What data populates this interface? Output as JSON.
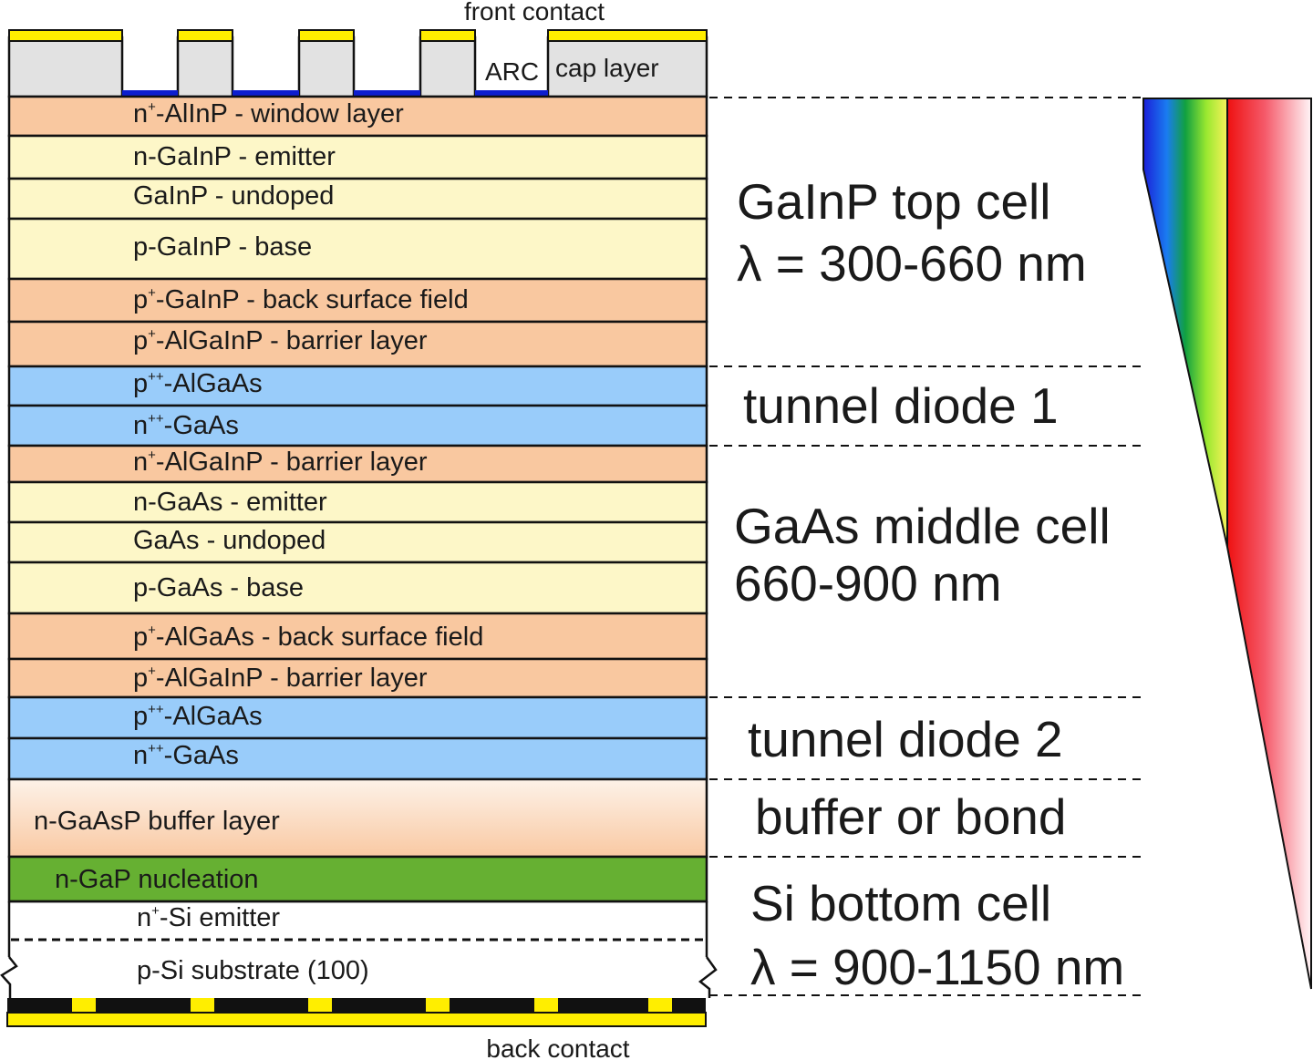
{
  "front_contact": "front contact",
  "arc": "ARC",
  "cap_layer": "cap layer",
  "back_contact": "back contact",
  "layers": [
    {
      "main": "n",
      "sup": "+",
      "rest": "-AlInP - window layer"
    },
    {
      "main": "n-GaInP - emitter",
      "sup": "",
      "rest": ""
    },
    {
      "main": "GaInP - undoped",
      "sup": "",
      "rest": ""
    },
    {
      "main": "p-GaInP - base",
      "sup": "",
      "rest": ""
    },
    {
      "main": "p",
      "sup": "+",
      "rest": "-GaInP - back surface field"
    },
    {
      "main": "p",
      "sup": "+",
      "rest": "-AlGaInP - barrier layer"
    },
    {
      "main": "p",
      "sup": "++",
      "rest": "-AlGaAs"
    },
    {
      "main": "n",
      "sup": "++",
      "rest": "-GaAs"
    },
    {
      "main": "n",
      "sup": "+",
      "rest": "-AlGaInP - barrier layer"
    },
    {
      "main": "n-GaAs - emitter",
      "sup": "",
      "rest": ""
    },
    {
      "main": "GaAs - undoped",
      "sup": "",
      "rest": ""
    },
    {
      "main": "p-GaAs - base",
      "sup": "",
      "rest": ""
    },
    {
      "main": "p",
      "sup": "+",
      "rest": "-AlGaAs - back surface field"
    },
    {
      "main": "p",
      "sup": "+",
      "rest": "-AlGaInP - barrier layer"
    },
    {
      "main": "p",
      "sup": "++",
      "rest": "-AlGaAs"
    },
    {
      "main": "n",
      "sup": "++",
      "rest": "-GaAs"
    },
    {
      "main": "n-GaAsP buffer layer",
      "sup": "",
      "rest": ""
    },
    {
      "main": "n-GaP nucleation",
      "sup": "",
      "rest": ""
    },
    {
      "main": "n",
      "sup": "+",
      "rest": "-Si emitter"
    },
    {
      "main": "p-Si substrate (100)",
      "sup": "",
      "rest": ""
    }
  ],
  "sections": {
    "top_cell": {
      "line1": "GaInP top cell",
      "line2": "λ = 300-660 nm"
    },
    "tunnel1": "tunnel diode 1",
    "middle_cell": {
      "line1": "GaAs middle cell",
      "line2": "660-900 nm"
    },
    "tunnel2": "tunnel diode 2",
    "buffer": "buffer or bond",
    "bottom_cell": {
      "line1": "Si bottom cell",
      "line2": "λ = 900-1150 nm"
    }
  },
  "colors": {
    "orange": "#f9c8a0",
    "yellow": "#fdf7c8",
    "blue": "#99ccfa",
    "green": "#66b032",
    "contact": "#ffee00",
    "cap": "#e2e2e2",
    "arc": "#0d1ecf"
  }
}
